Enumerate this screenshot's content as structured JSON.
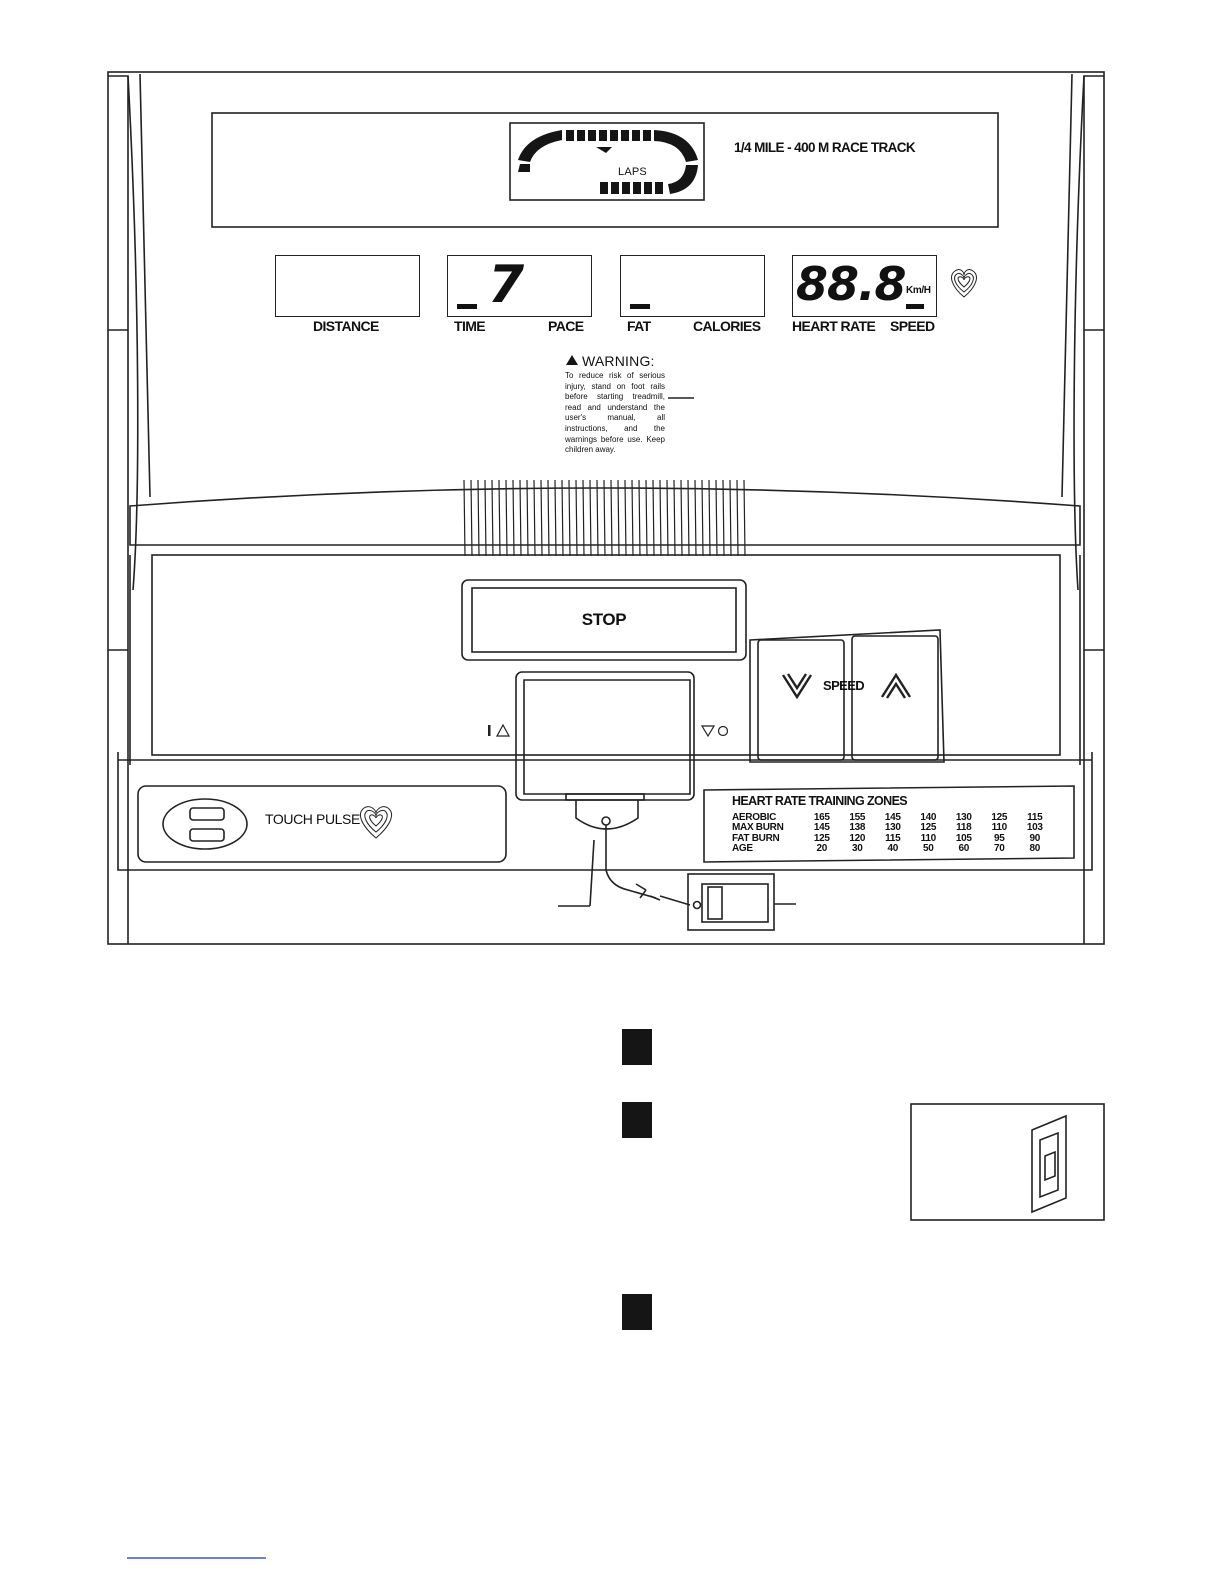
{
  "track": {
    "laps_label": "LAPS",
    "track_label": "1/4 MILE - 400 M  RACE TRACK"
  },
  "displays": {
    "distance_label": "DISTANCE",
    "time_label": "TIME",
    "pace_label": "PACE",
    "fat_label": "FAT",
    "calories_label": "CALORIES",
    "heart_rate_label": "HEART RATE",
    "speed_label": "SPEED",
    "time_digit": "7",
    "speed_digits": "88.8",
    "speed_unit": "Km/H"
  },
  "warning": {
    "title": "WARNING:",
    "body": "To reduce risk of serious injury, stand on foot rails before starting treadmill, read and understand the user's manual, all instructions, and the warnings before use. Keep children away."
  },
  "controls": {
    "stop_label": "STOP",
    "speed_label": "SPEED",
    "on_symbol": "I △",
    "off_symbol": "▽ O"
  },
  "touch_pulse": {
    "label": "TOUCH PULSE"
  },
  "zones": {
    "title": "HEART RATE TRAINING ZONES",
    "rows": [
      {
        "name": "AEROBIC",
        "values": [
          "165",
          "155",
          "145",
          "140",
          "130",
          "125",
          "115"
        ]
      },
      {
        "name": "MAX BURN",
        "values": [
          "145",
          "138",
          "130",
          "125",
          "118",
          "110",
          "103"
        ]
      },
      {
        "name": "FAT BURN",
        "values": [
          "125",
          "120",
          "115",
          "110",
          "105",
          "95",
          "90"
        ]
      },
      {
        "name": "AGE",
        "values": [
          "20",
          "30",
          "40",
          "50",
          "60",
          "70",
          "80"
        ]
      }
    ]
  },
  "icons": [
    "heart-icon",
    "chevron-down-icon",
    "chevron-up-icon",
    "warning-triangle-icon",
    "power-switch-icon"
  ]
}
